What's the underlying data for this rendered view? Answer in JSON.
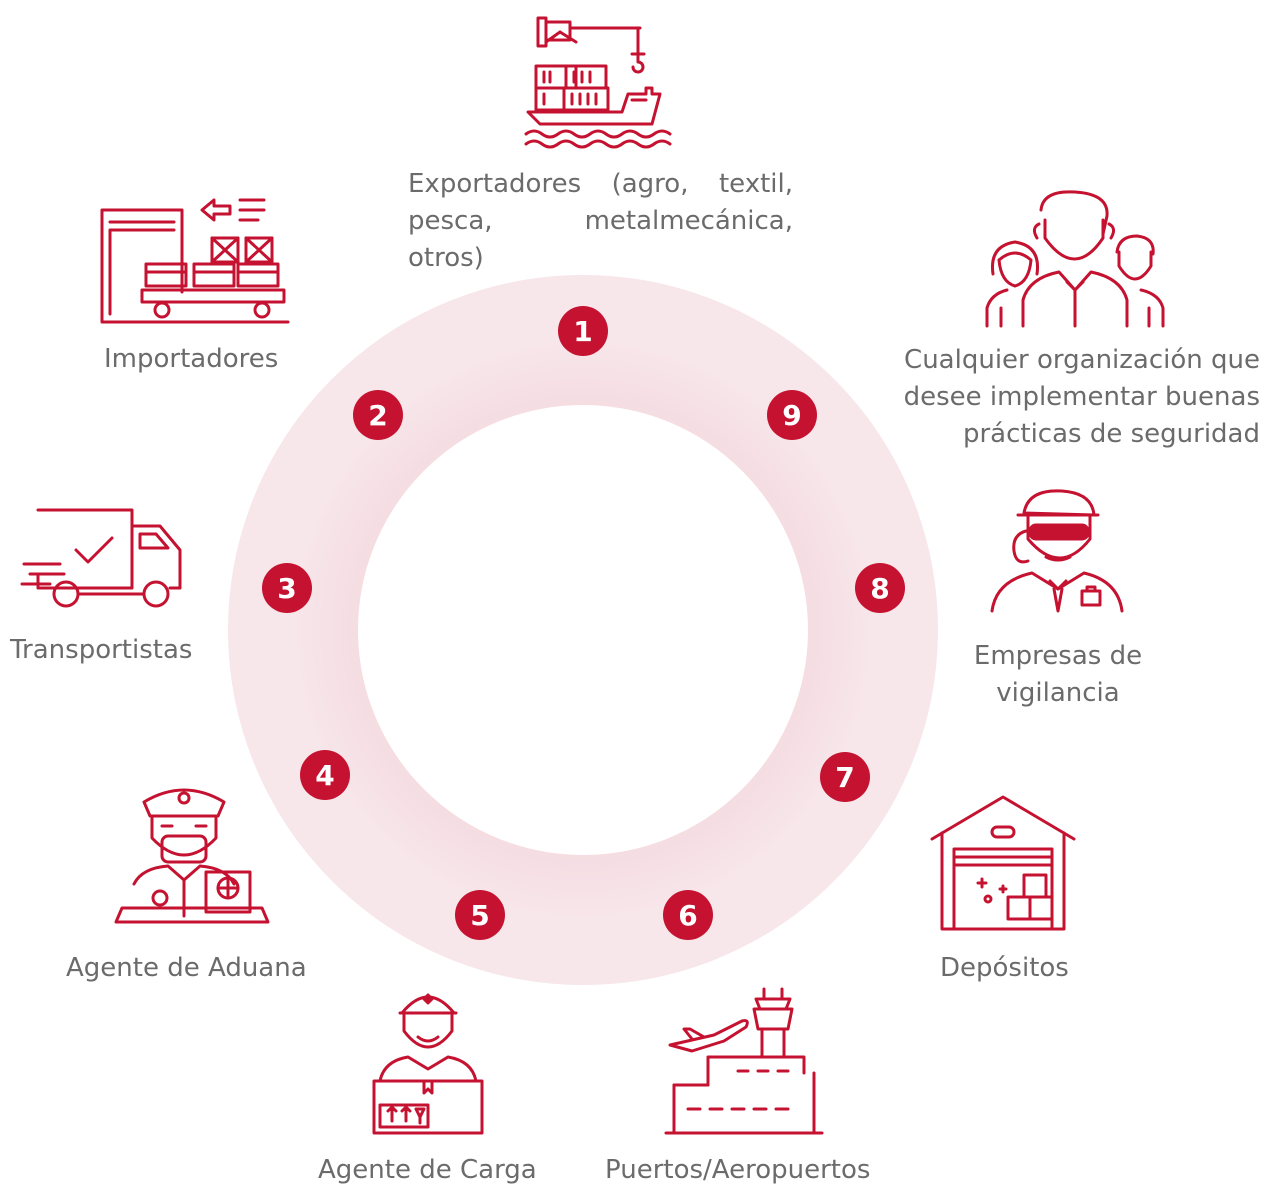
{
  "badges": [
    "1",
    "2",
    "3",
    "4",
    "5",
    "6",
    "7",
    "8",
    "9"
  ],
  "labels": {
    "exportadores": "Exportadores (agro, textil,\npesca, metalmecánica, otros)",
    "importadores": "Importadores",
    "transportistas": "Transportistas",
    "agente_aduana": "Agente de Aduana",
    "agente_carga": "Agente de Carga",
    "puertos": "Puertos/Aeropuertos",
    "depositos": "Depósitos",
    "vigilancia": "Empresas de\nvigilancia",
    "organizacion": "Cualquier organización que\ndesee implementar buenas\nprácticas de seguridad"
  },
  "icons": {
    "exportadores": "cargo-ship-crane-icon",
    "importadores": "warehouse-forklift-icon",
    "transportistas": "delivery-truck-icon",
    "agente_aduana": "customs-officer-icon",
    "agente_carga": "cargo-agent-icon",
    "puertos": "airport-tower-icon",
    "depositos": "warehouse-icon",
    "vigilancia": "security-guard-icon",
    "organizacion": "people-group-icon"
  },
  "colors": {
    "accent": "#c41230",
    "ring": "#f5dbe0",
    "text": "#6b6b6b"
  }
}
